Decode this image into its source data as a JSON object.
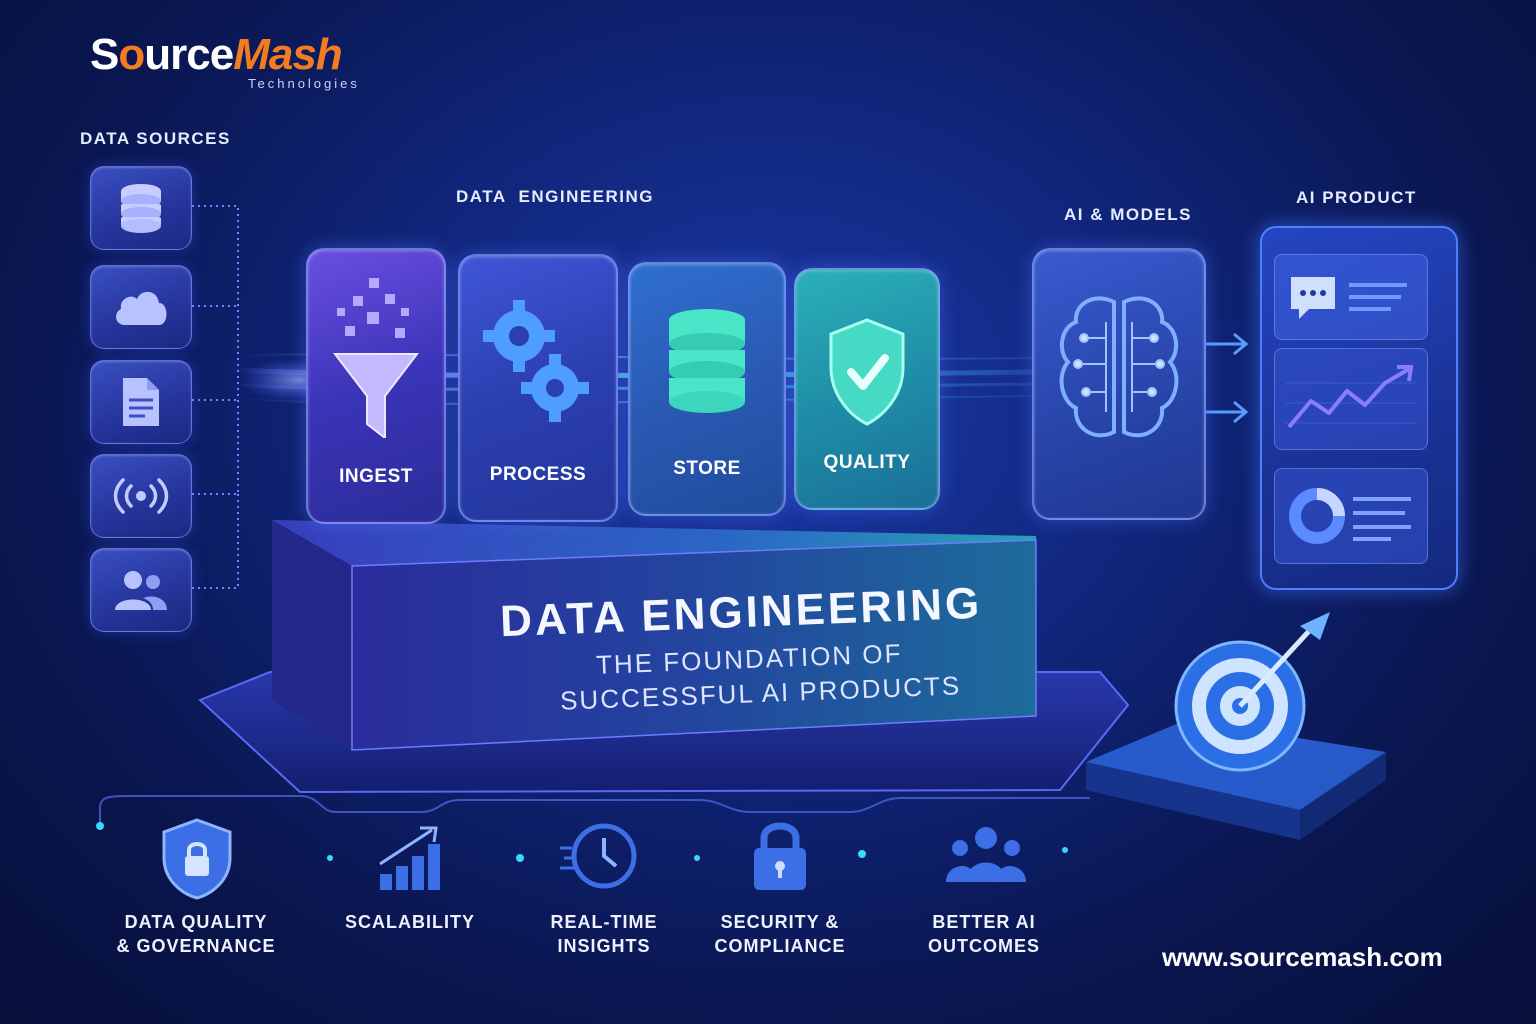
{
  "brand": {
    "name_part1": "S",
    "name_part2": "o",
    "name_part3": "urce",
    "name_part4": "Mash",
    "tagline": "Technologies"
  },
  "sections": {
    "data_sources": "DATA SOURCES",
    "data_engineering": "DATA  ENGINEERING",
    "ai_models": "AI & MODELS",
    "ai_product": "AI PRODUCT"
  },
  "sources": [
    {
      "icon": "database-icon"
    },
    {
      "icon": "cloud-icon"
    },
    {
      "icon": "document-icon"
    },
    {
      "icon": "signal-icon"
    },
    {
      "icon": "users-icon"
    }
  ],
  "pipeline": [
    {
      "label": "INGEST",
      "icon": "funnel-icon"
    },
    {
      "label": "PROCESS",
      "icon": "gears-icon"
    },
    {
      "label": "STORE",
      "icon": "database-icon"
    },
    {
      "label": "QUALITY",
      "icon": "shield-check-icon"
    }
  ],
  "platform": {
    "title": "DATA ENGINEERING",
    "subtitle_line1": "THE FOUNDATION OF",
    "subtitle_line2": "SUCCESSFUL AI PRODUCTS"
  },
  "benefits": [
    {
      "line1": "DATA QUALITY",
      "line2": "& GOVERNANCE",
      "icon": "shield-lock-icon"
    },
    {
      "line1": "SCALABILITY",
      "line2": "",
      "icon": "growth-bars-icon"
    },
    {
      "line1": "REAL-TIME",
      "line2": "INSIGHTS",
      "icon": "clock-icon"
    },
    {
      "line1": "SECURITY &",
      "line2": "COMPLIANCE",
      "icon": "lock-icon"
    },
    {
      "line1": "BETTER AI",
      "line2": "OUTCOMES",
      "icon": "team-icon"
    }
  ],
  "url": "www.sourcemash.com",
  "colors": {
    "brand_orange": "#f47c20",
    "accent_blue": "#4f7dff",
    "accent_cyan": "#38e0d0",
    "background": "#0f2170"
  }
}
